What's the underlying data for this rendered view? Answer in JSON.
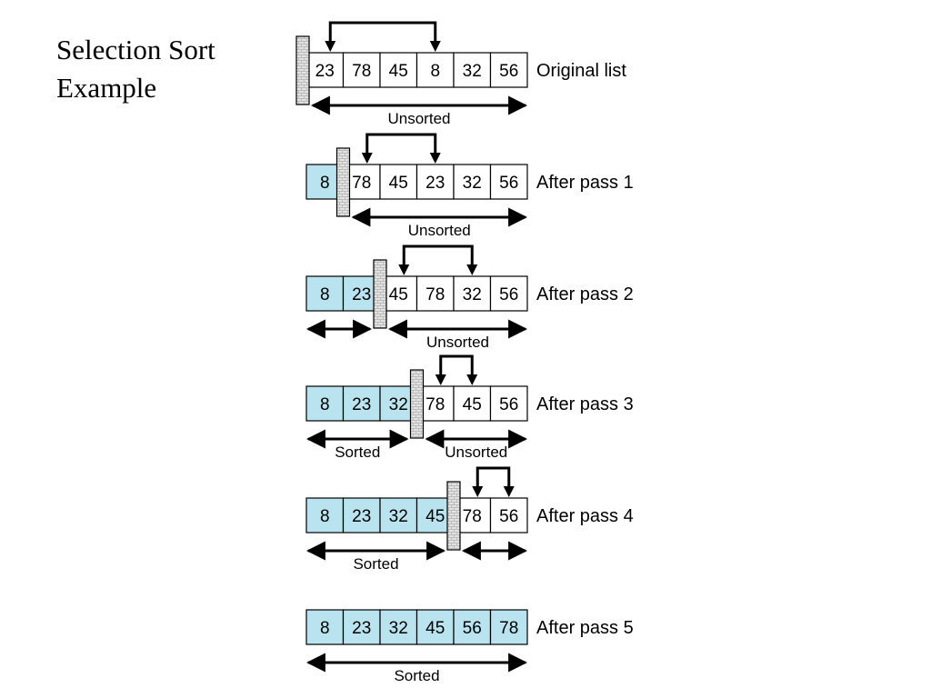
{
  "title_lines": [
    "Selection Sort",
    "Example"
  ],
  "colors": {
    "sorted_fill": "#b9e3ee",
    "unsorted_fill": "#ffffff",
    "border": "#000000",
    "wall_fill": "#e2e2e2"
  },
  "rows": [
    {
      "label": "Original list",
      "values": [
        "23",
        "78",
        "45",
        "8",
        "32",
        "56"
      ],
      "sorted_count": 0,
      "swap": [
        0,
        3
      ],
      "ranges": [
        {
          "kind": "unsorted",
          "label": "Unsorted"
        }
      ]
    },
    {
      "label": "After pass 1",
      "values": [
        "8",
        "78",
        "45",
        "23",
        "32",
        "56"
      ],
      "sorted_count": 1,
      "swap": [
        1,
        3
      ],
      "ranges": [
        {
          "kind": "unsorted",
          "label": "Unsorted"
        }
      ]
    },
    {
      "label": "After pass 2",
      "values": [
        "8",
        "23",
        "45",
        "78",
        "32",
        "56"
      ],
      "sorted_count": 2,
      "swap": [
        2,
        4
      ],
      "ranges": [
        {
          "kind": "sorted",
          "label": ""
        },
        {
          "kind": "unsorted",
          "label": "Unsorted"
        }
      ]
    },
    {
      "label": "After pass 3",
      "values": [
        "8",
        "23",
        "32",
        "78",
        "45",
        "56"
      ],
      "sorted_count": 3,
      "swap": [
        3,
        4
      ],
      "ranges": [
        {
          "kind": "sorted",
          "label": "Sorted"
        },
        {
          "kind": "unsorted",
          "label": "Unsorted"
        }
      ]
    },
    {
      "label": "After pass 4",
      "values": [
        "8",
        "23",
        "32",
        "45",
        "78",
        "56"
      ],
      "sorted_count": 4,
      "swap": [
        4,
        5
      ],
      "ranges": [
        {
          "kind": "sorted",
          "label": "Sorted"
        },
        {
          "kind": "unsorted",
          "label": ""
        }
      ]
    },
    {
      "label": "After pass 5",
      "values": [
        "8",
        "23",
        "32",
        "45",
        "56",
        "78"
      ],
      "sorted_count": 6,
      "swap": null,
      "ranges": [
        {
          "kind": "sorted",
          "label": "Sorted"
        }
      ]
    }
  ]
}
